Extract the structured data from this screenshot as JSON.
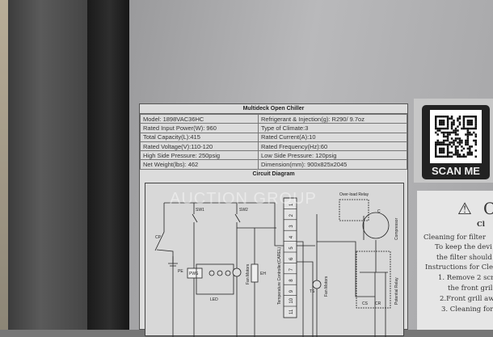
{
  "label": {
    "title": "Multideck Open Chiller",
    "rows": [
      [
        "Model: 1898VAC36HC",
        "Refrigerant & Injection(g): R290/ 9.7oz"
      ],
      [
        "Rated Input Power(W): 960",
        "Type of Climate:3"
      ],
      [
        "Total Capacity(L):415",
        "Rated Current(A):10"
      ],
      [
        "Rated Voltage(V):110-120",
        "Rated Frequency(Hz):60"
      ],
      [
        "High Side Pressure: 250psig",
        "Low Side Pressure: 120psig"
      ],
      [
        "Net Weight(lbs): 462",
        "Dimension(mm): 900x825x2045"
      ]
    ],
    "circuit_title": "Circuit Diagram",
    "watermark": "AUCTION GROUP",
    "diagram_labels": {
      "sw1": "SW1",
      "sw2": "SW2",
      "cp": "CP",
      "pe": "PE",
      "pws": "PWS",
      "led": "LED",
      "fan_motors": "Fan Motors",
      "eh": "EH",
      "controller": "Temperature Controller(CAREL)",
      "ts": "TS",
      "overload": "Over-load Relay",
      "compressor": "Compressor",
      "c": "C",
      "potential_relay": "Potential Relay",
      "cs": "CS",
      "cr": "CR",
      "terminals": [
        "1",
        "2",
        "3",
        "4",
        "5",
        "6",
        "7",
        "8",
        "9",
        "10",
        "11"
      ]
    }
  },
  "qr": {
    "label": "SCAN ME"
  },
  "caution": {
    "heading": "C",
    "sub": "Cl",
    "lines": [
      "Cleaning for filter",
      "To keep the devi",
      "the filter should",
      "Instructions for Clea",
      "1. Remove 2 scr",
      "the front gril",
      "2.Front grill aw",
      "3. Cleaning for"
    ]
  }
}
